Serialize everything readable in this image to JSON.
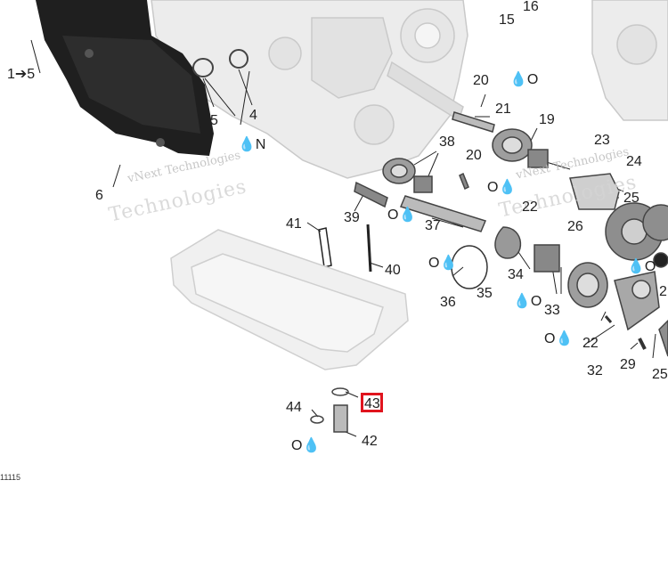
{
  "diagram": {
    "doc_code": "11115",
    "watermark": [
      "vNext Technologies",
      "Technologies"
    ],
    "highlight_label": "43",
    "callouts": [
      {
        "id": "1to5",
        "text": "1➔5"
      },
      {
        "id": "15",
        "text": "15"
      },
      {
        "id": "16",
        "text": "16"
      },
      {
        "id": "5",
        "text": "5"
      },
      {
        "id": "4",
        "text": "4"
      },
      {
        "id": "N",
        "text": "N"
      },
      {
        "id": "6",
        "text": "6"
      },
      {
        "id": "20a",
        "text": "20"
      },
      {
        "id": "O1",
        "text": "O"
      },
      {
        "id": "21",
        "text": "21"
      },
      {
        "id": "19",
        "text": "19"
      },
      {
        "id": "38",
        "text": "38"
      },
      {
        "id": "23",
        "text": "23"
      },
      {
        "id": "20b",
        "text": "20"
      },
      {
        "id": "24",
        "text": "24"
      },
      {
        "id": "25a",
        "text": "25"
      },
      {
        "id": "O2",
        "text": "O"
      },
      {
        "id": "22a",
        "text": "22"
      },
      {
        "id": "41",
        "text": "41"
      },
      {
        "id": "39",
        "text": "39"
      },
      {
        "id": "37",
        "text": "37"
      },
      {
        "id": "26",
        "text": "26"
      },
      {
        "id": "O3",
        "text": "O"
      },
      {
        "id": "O4",
        "text": "O"
      },
      {
        "id": "40",
        "text": "40"
      },
      {
        "id": "O5",
        "text": "O"
      },
      {
        "id": "34",
        "text": "34"
      },
      {
        "id": "36",
        "text": "36"
      },
      {
        "id": "35",
        "text": "35"
      },
      {
        "id": "O6",
        "text": "O"
      },
      {
        "id": "33",
        "text": "33"
      },
      {
        "id": "O7",
        "text": "O"
      },
      {
        "id": "22b",
        "text": "22"
      },
      {
        "id": "32",
        "text": "32"
      },
      {
        "id": "29",
        "text": "29"
      },
      {
        "id": "25b",
        "text": "25"
      },
      {
        "id": "2x",
        "text": "2"
      },
      {
        "id": "44",
        "text": "44"
      },
      {
        "id": "42",
        "text": "42"
      },
      {
        "id": "O8",
        "text": "O"
      }
    ]
  }
}
